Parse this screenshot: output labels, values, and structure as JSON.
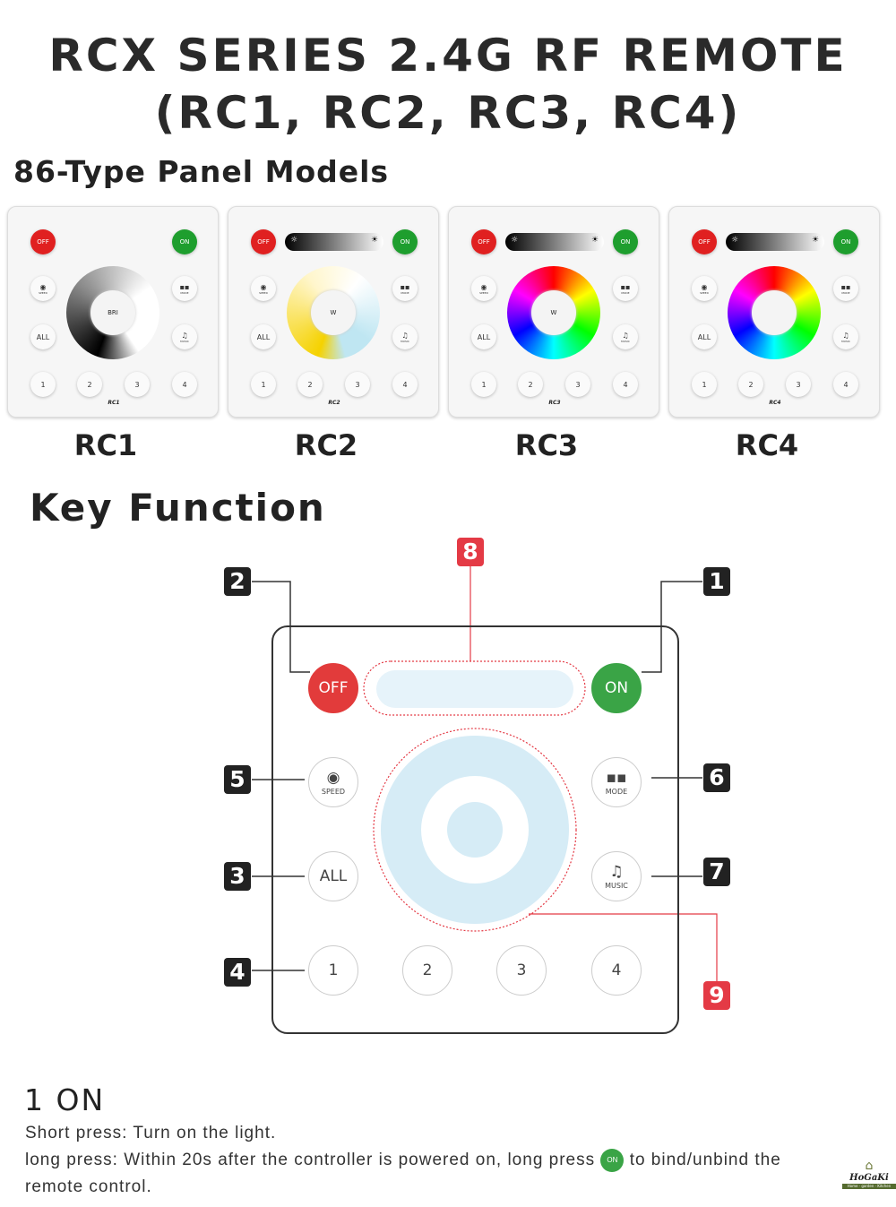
{
  "title_line1": "RCX SERIES 2.4G RF REMOTE",
  "title_line2": "(RC1, RC2, RC3, RC4)",
  "panels_heading": "86-Type Panel Models",
  "panel_buttons": {
    "off": "OFF",
    "on": "ON",
    "speed": "SPEED",
    "mode": "MODE",
    "all": "ALL",
    "music": "MUSIC",
    "nums": [
      "1",
      "2",
      "3",
      "4"
    ]
  },
  "models": [
    {
      "name": "RC1",
      "tag": "RC1",
      "center": "BRI",
      "type": "dim"
    },
    {
      "name": "RC2",
      "tag": "RC2",
      "center": "W",
      "type": "cct"
    },
    {
      "name": "RC3",
      "tag": "RC3",
      "center": "W",
      "type": "rgb"
    },
    {
      "name": "RC4",
      "tag": "RC4",
      "center": "",
      "type": "rgbw"
    }
  ],
  "key_heading": "Key Function",
  "diagram": {
    "off": "OFF",
    "on": "ON",
    "speed": "SPEED",
    "mode": "MODE",
    "all": "ALL",
    "music": "MUSIC",
    "nums": [
      "1",
      "2",
      "3",
      "4"
    ],
    "badges": [
      "1",
      "2",
      "3",
      "4",
      "5",
      "6",
      "7",
      "8",
      "9"
    ]
  },
  "colors": {
    "red": "#e43a45",
    "green": "#3aa446",
    "wheel": "#d6ecf6"
  },
  "section": {
    "heading": "1 ON",
    "short": "Short press: Turn on the light.",
    "long_a": "long press: Within 20s after the controller is powered on, long press",
    "chip": "ON",
    "long_b": "to bind/unbind the",
    "long_c": "remote control."
  },
  "logo": {
    "name": "HoGaKi",
    "tagline": "Home · garden · Kitchen"
  }
}
